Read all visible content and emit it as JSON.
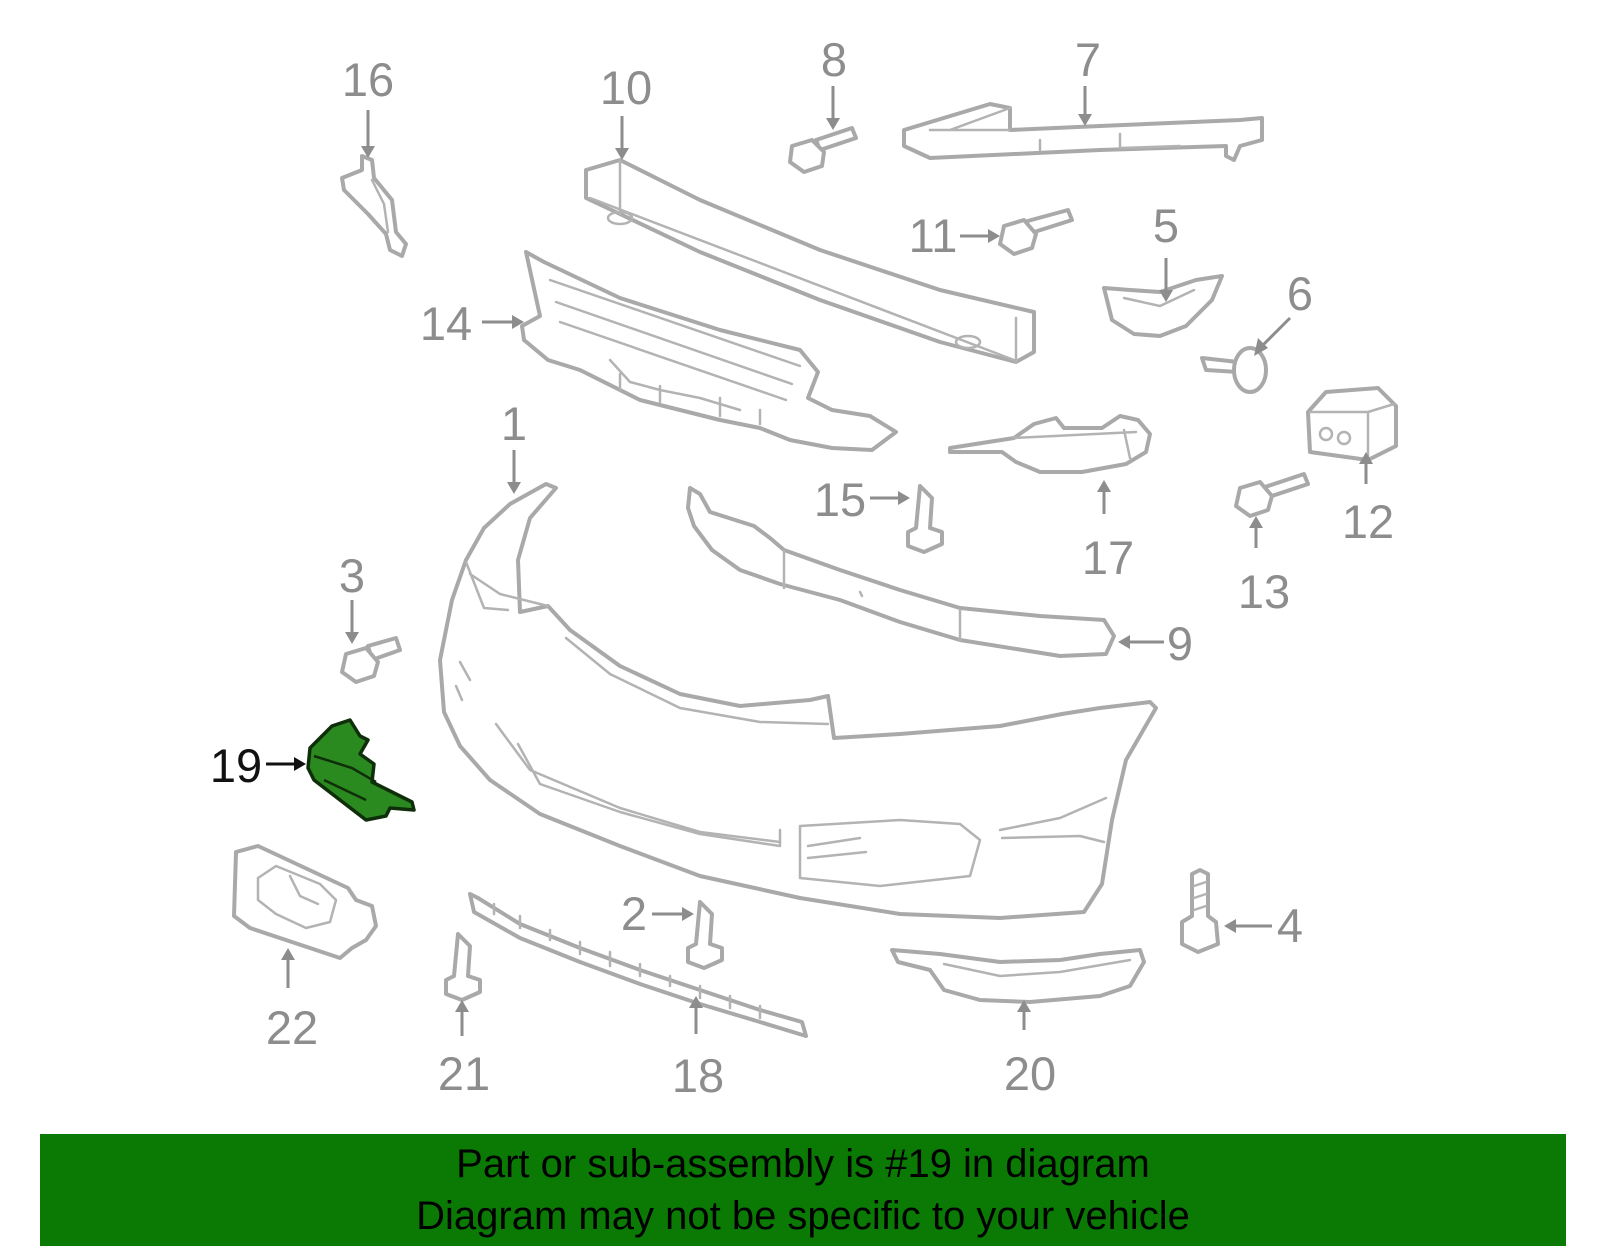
{
  "diagram": {
    "callouts": {
      "c1": "1",
      "c2": "2",
      "c3": "3",
      "c4": "4",
      "c5": "5",
      "c6": "6",
      "c7": "7",
      "c8": "8",
      "c9": "9",
      "c10": "10",
      "c11": "11",
      "c12": "12",
      "c13": "13",
      "c14": "14",
      "c15": "15",
      "c16": "16",
      "c17": "17",
      "c18": "18",
      "c19": "19",
      "c20": "20",
      "c21": "21",
      "c22": "22"
    },
    "highlighted_part": "19",
    "colors": {
      "highlight": "#2b8a1f",
      "banner": "#0a7a05",
      "lines": "#a9a9a9",
      "labels": "#8d8d8d"
    }
  },
  "banner": {
    "line1": "Part or sub-assembly is #19 in diagram",
    "line2": "Diagram may not be specific to your vehicle"
  }
}
